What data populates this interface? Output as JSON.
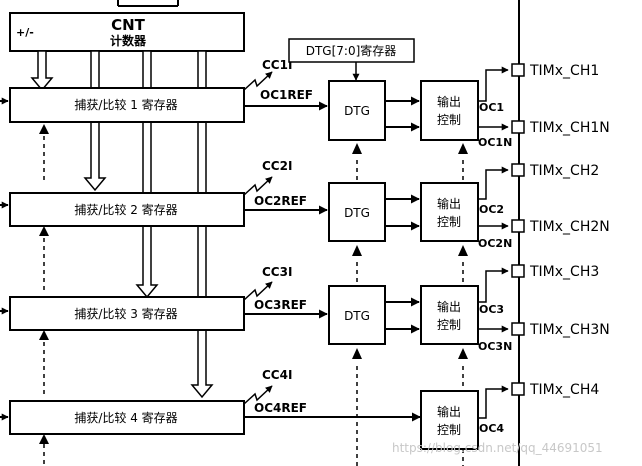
{
  "cnt": {
    "label": "CNT",
    "sublabel": "计数器",
    "updown": "+/-"
  },
  "dtg_reg": "DTG[7:0]寄存器",
  "channels": [
    {
      "reg": "捕获/比较 1 寄存器",
      "cc": "CC1I",
      "ocref": "OC1REF",
      "dtg": "DTG",
      "out1": "输出",
      "out2": "控制",
      "oc": "OC1",
      "ocn": "OC1N",
      "pin": "TIMx_CH1",
      "pinn": "TIMx_CH1N"
    },
    {
      "reg": "捕获/比较 2 寄存器",
      "cc": "CC2I",
      "ocref": "OC2REF",
      "dtg": "DTG",
      "out1": "输出",
      "out2": "控制",
      "oc": "OC2",
      "ocn": "OC2N",
      "pin": "TIMx_CH2",
      "pinn": "TIMx_CH2N"
    },
    {
      "reg": "捕获/比较 3 寄存器",
      "cc": "CC3I",
      "ocref": "OC3REF",
      "dtg": "DTG",
      "out1": "输出",
      "out2": "控制",
      "oc": "OC3",
      "ocn": "OC3N",
      "pin": "TIMx_CH3",
      "pinn": "TIMx_CH3N"
    },
    {
      "reg": "捕获/比较 4 寄存器",
      "cc": "CC4I",
      "ocref": "OC4REF",
      "out1": "输出",
      "out2": "控制",
      "oc": "OC4",
      "pin": "TIMx_CH4"
    }
  ],
  "watermark": "https://blog.csdn.net/qq_44691051"
}
